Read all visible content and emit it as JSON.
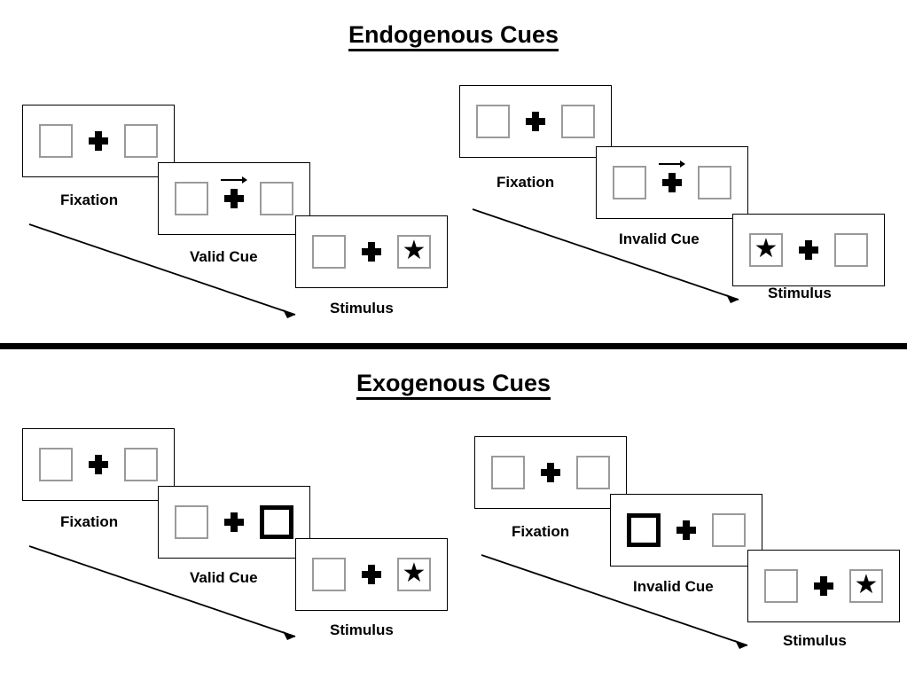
{
  "figure": {
    "title_top": "Endogenous Cues",
    "title_bottom": "Exogenous Cues"
  },
  "icons": {
    "fixation_cross": "plus-icon",
    "arrow_cue": "right-arrow-icon",
    "target": "star-icon",
    "time_arrow": "time-progression-arrow-icon"
  },
  "sections": [
    {
      "id": "endogenous",
      "title": "Endogenous Cues",
      "cue_type": "central-symbolic-arrow",
      "conditions": [
        {
          "id": "endogenous-valid",
          "cue_label": "Valid Cue",
          "panels": [
            {
              "label": "Fixation",
              "left_box": "empty",
              "right_box": "empty",
              "cue": "none"
            },
            {
              "label": "Valid Cue",
              "left_box": "empty",
              "right_box": "empty",
              "cue": "arrow-right"
            },
            {
              "label": "Stimulus",
              "left_box": "empty",
              "right_box": "star",
              "cue": "none"
            }
          ]
        },
        {
          "id": "endogenous-invalid",
          "cue_label": "Invalid Cue",
          "panels": [
            {
              "label": "Fixation",
              "left_box": "empty",
              "right_box": "empty",
              "cue": "none"
            },
            {
              "label": "Invalid Cue",
              "left_box": "empty",
              "right_box": "empty",
              "cue": "arrow-right"
            },
            {
              "label": "Stimulus",
              "left_box": "star",
              "right_box": "empty",
              "cue": "none"
            }
          ]
        }
      ]
    },
    {
      "id": "exogenous",
      "title": "Exogenous Cues",
      "cue_type": "peripheral-box-flash",
      "conditions": [
        {
          "id": "exogenous-valid",
          "cue_label": "Valid Cue",
          "panels": [
            {
              "label": "Fixation",
              "left_box": "empty",
              "right_box": "empty",
              "cue": "none"
            },
            {
              "label": "Valid Cue",
              "left_box": "empty",
              "right_box": "highlight",
              "cue": "none"
            },
            {
              "label": "Stimulus",
              "left_box": "empty",
              "right_box": "star",
              "cue": "none"
            }
          ]
        },
        {
          "id": "exogenous-invalid",
          "cue_label": "Invalid Cue",
          "panels": [
            {
              "label": "Fixation",
              "left_box": "empty",
              "right_box": "empty",
              "cue": "none"
            },
            {
              "label": "Invalid Cue",
              "left_box": "highlight",
              "right_box": "empty",
              "cue": "none"
            },
            {
              "label": "Stimulus",
              "left_box": "empty",
              "right_box": "star",
              "cue": "none"
            }
          ]
        }
      ]
    }
  ],
  "labels": {
    "fixation": "Fixation",
    "valid_cue": "Valid Cue",
    "invalid_cue": "Invalid Cue",
    "stimulus": "Stimulus"
  },
  "glyphs": {
    "star": "★"
  },
  "colors": {
    "ink": "#000000",
    "box_border": "#9a9a9a",
    "panel_border": "#000000",
    "background": "#ffffff"
  }
}
